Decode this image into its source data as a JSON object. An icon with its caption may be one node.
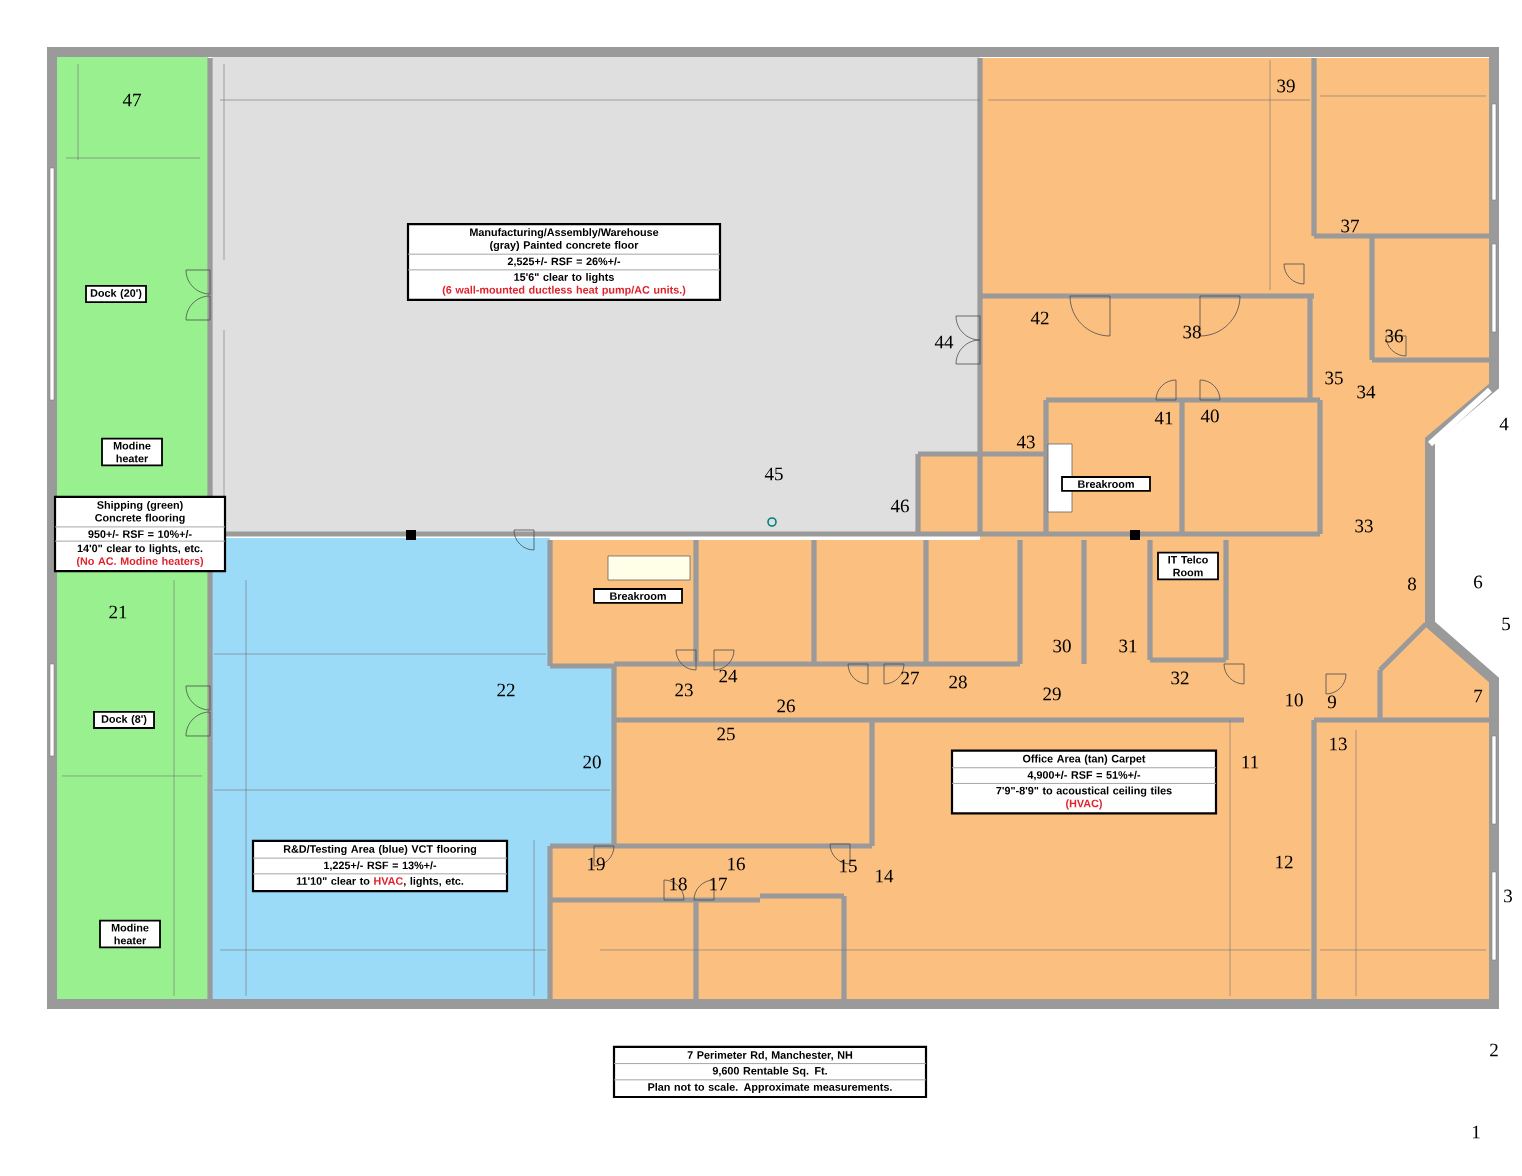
{
  "diagram": {
    "nodes": [
      {
        "text": [
          "Manufacturing/Assembly/Warehouse (gray) Painted concrete floor",
          "2,525+/- RSF = 26%+/-",
          "15'6\" clear to lights",
          "(6 wall-mounted ductless heat pump/AC units.)"
        ]
      },
      {
        "text": [
          "Dock (20')"
        ]
      },
      {
        "text": [
          "Modine heater"
        ]
      },
      {
        "text": [
          "Shipping (green) Concrete flooring",
          "950+/- RSF = 10%+/-",
          "14'0\" clear to lights, etc.",
          "(No AC.  Modine heaters)"
        ]
      },
      {
        "text": [
          "Breakroom"
        ]
      },
      {
        "text": [
          "Breakroom"
        ]
      },
      {
        "text": [
          "IT Telco Room"
        ]
      },
      {
        "text": [
          "Dock (8')"
        ]
      },
      {
        "text": [
          "Office Area (tan) Carpet",
          "4,900+/- RSF = 51%+/-",
          "7'9\"-8'9\" to acoustical ceiling tiles",
          "(HVAC)"
        ]
      },
      {
        "text": [
          "R&D/Testing Area (blue) VCT flooring",
          "1,225+/- RSF = 13%+/-",
          "11'10\" clear to",
          "HVAC",
          ", lights, etc."
        ]
      },
      {
        "text": [
          "Modine heater"
        ]
      },
      {
        "text": [
          "7 Perimeter Rd, Manchester, NH",
          "9,600 Rentable Sq. Ft.",
          "Plan not to scale.  Approximate measurements."
        ]
      }
    ],
    "labels": [
      "39",
      "47",
      "37",
      "42",
      "38",
      "36",
      "44",
      "35",
      "34",
      "40",
      "41",
      "4",
      "43",
      "45",
      "46",
      "33",
      "6",
      "8",
      "21",
      "5",
      "30",
      "31",
      "24",
      "27",
      "32",
      "28",
      "22",
      "23",
      "29",
      "7",
      "10",
      "9",
      "26",
      "25",
      "13",
      "11",
      "20",
      "12",
      "19",
      "16",
      "15",
      "14",
      "18",
      "17",
      "3",
      "2",
      "1"
    ]
  }
}
